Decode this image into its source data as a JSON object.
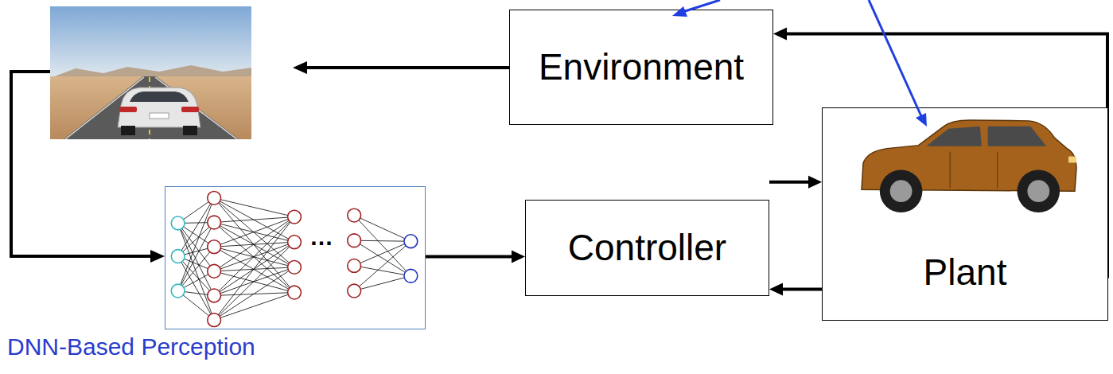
{
  "diagram": {
    "nodes": [
      {
        "text": [
          "Environment"
        ]
      },
      {
        "text": [
          "DNN-Based Perception"
        ]
      },
      {
        "text": [
          "Controller"
        ]
      },
      {
        "text": [
          "Plant"
        ]
      }
    ],
    "edges": [
      {
        "from": 1,
        "to": 2,
        "arrow": "to"
      },
      {
        "from": 2,
        "to": 3,
        "arrow": "to"
      },
      {
        "from": 3,
        "to": 2,
        "arrow": "to"
      },
      {
        "from": 3,
        "to": 0,
        "arrow": "to"
      }
    ],
    "labels": [
      "…"
    ]
  }
}
